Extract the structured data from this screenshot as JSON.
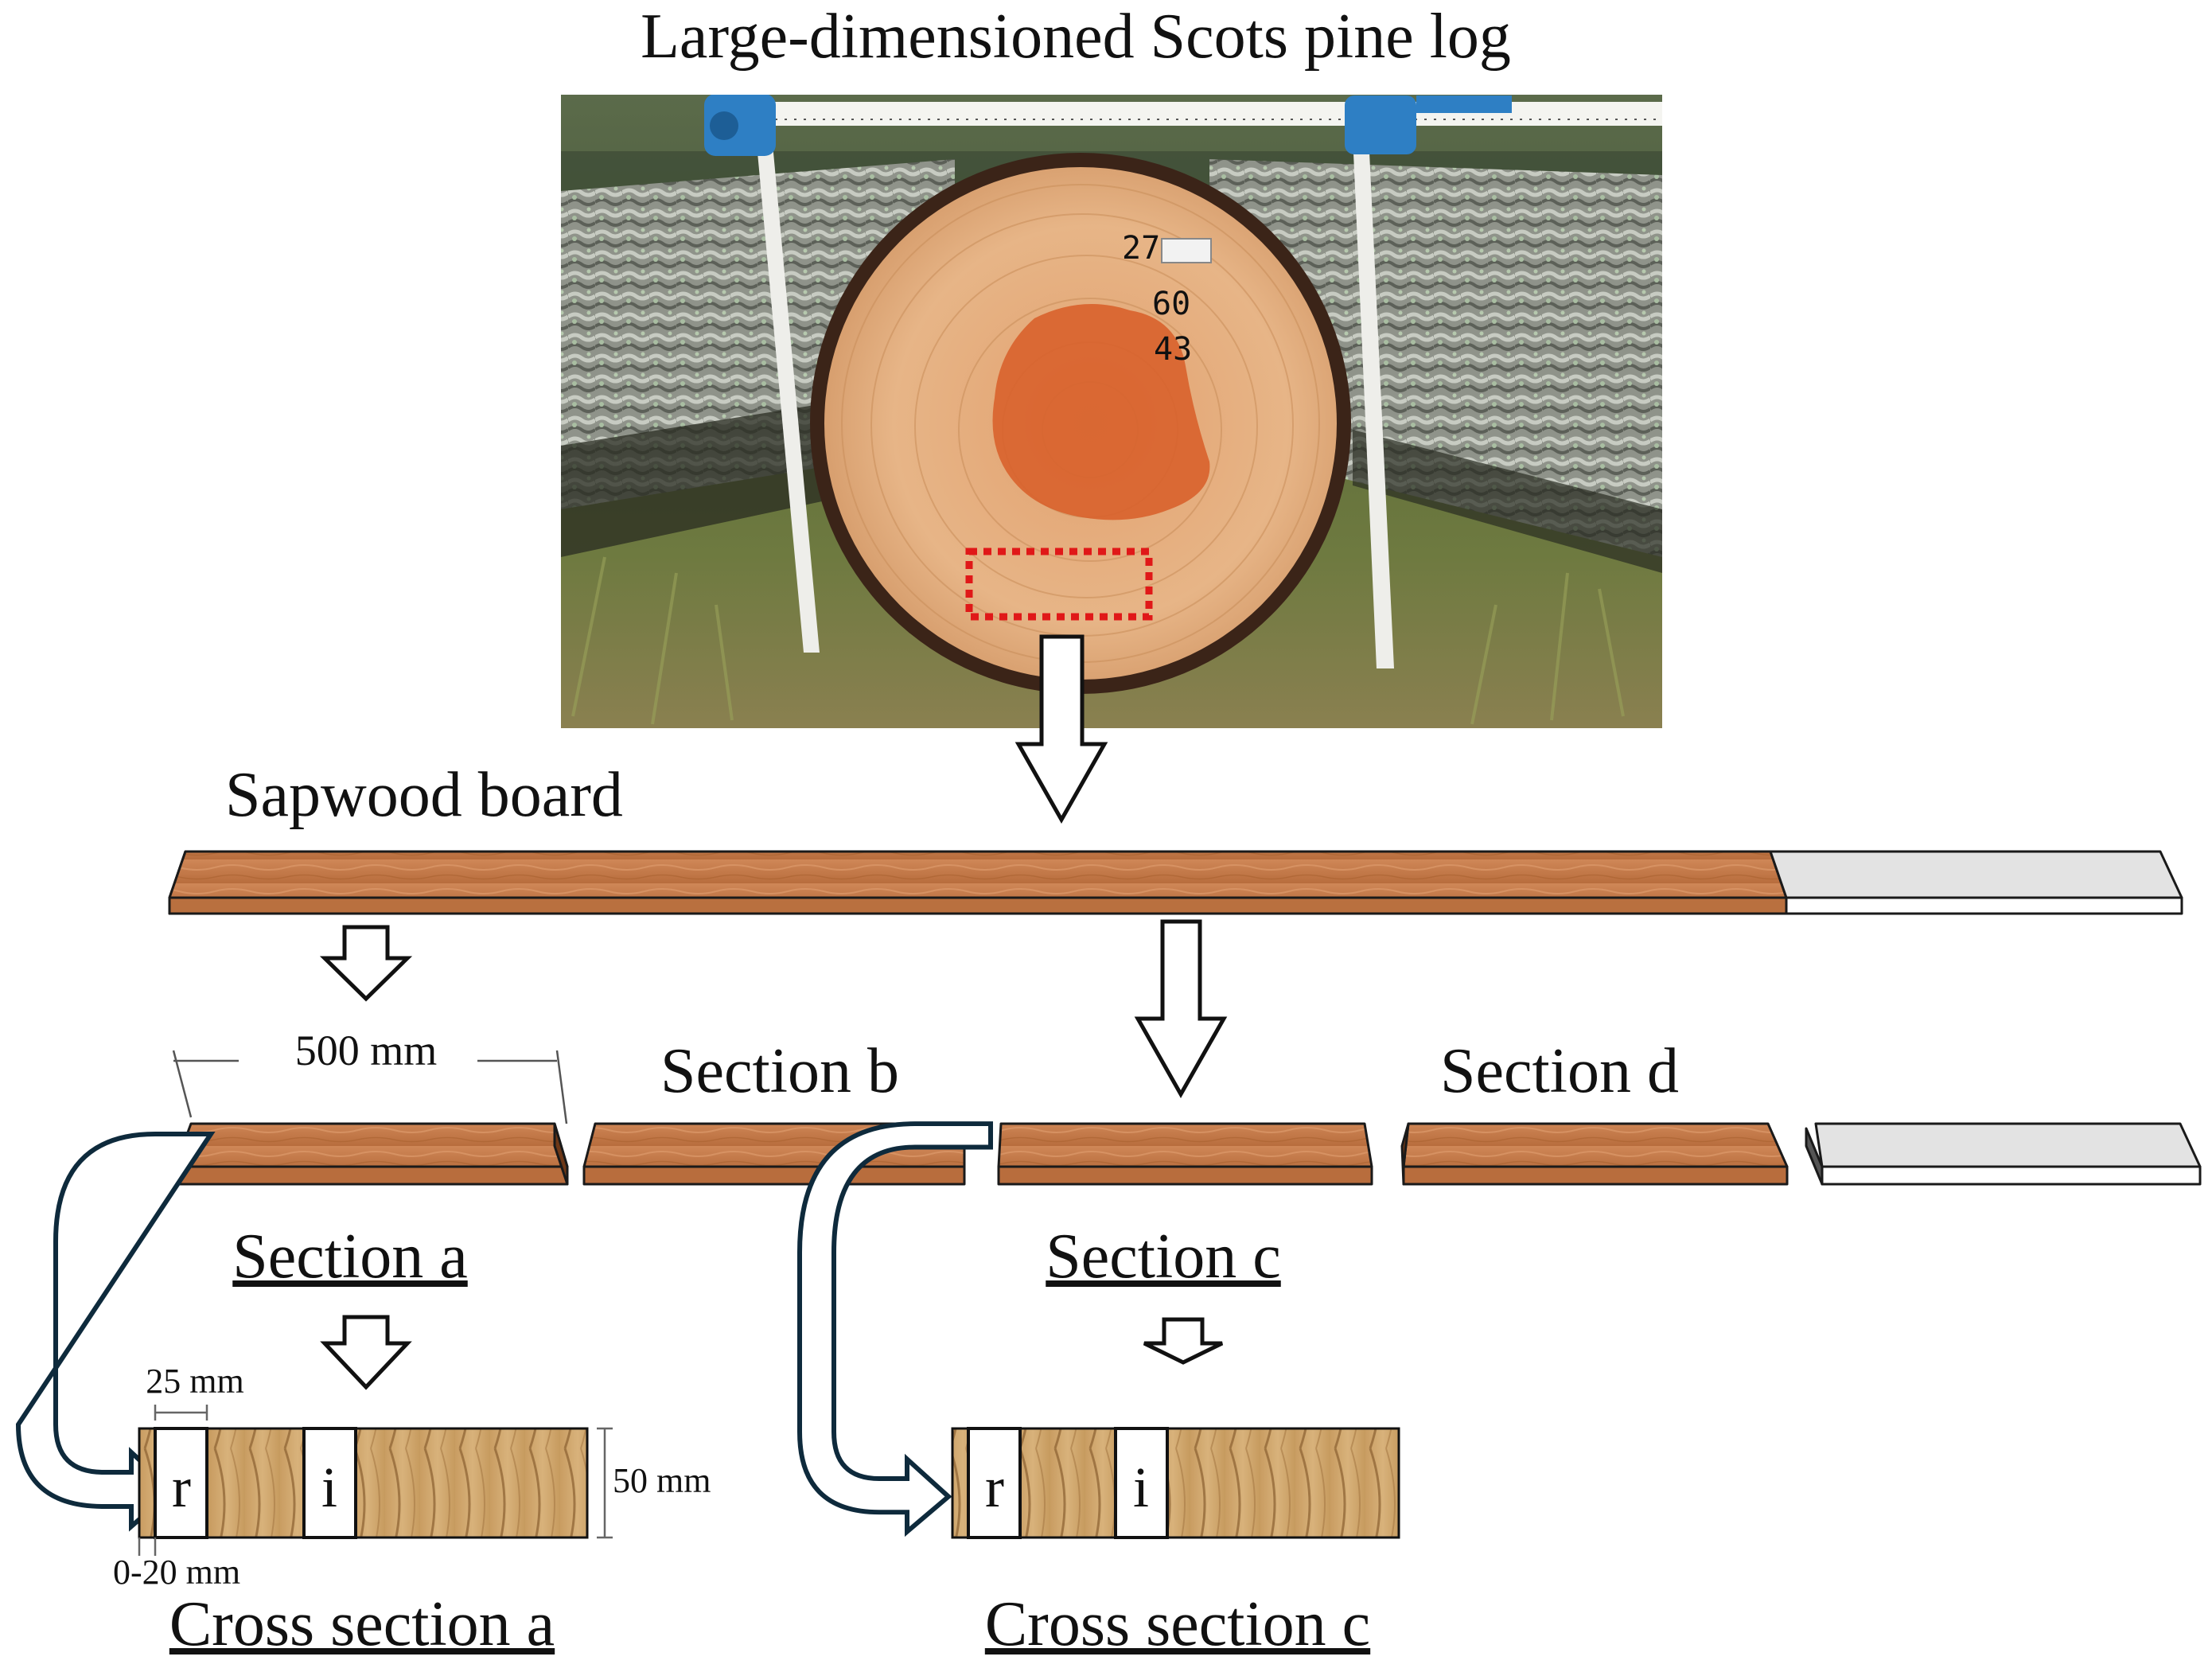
{
  "title": "Large-dimensioned Scots pine log",
  "board_label": "Sapwood board",
  "dimension_length": "500 mm",
  "sections": {
    "a": "Section a",
    "b": "Section b",
    "c": "Section c",
    "d": "Section d"
  },
  "cross_sections": {
    "a": {
      "label": "Cross section a",
      "dim_width": "25 mm",
      "dim_height": "50 mm",
      "dim_offset": "0-20 mm",
      "sample_r": "r",
      "sample_i": "i"
    },
    "c": {
      "label": "Cross section c",
      "sample_r": "r",
      "sample_i": "i"
    }
  },
  "log_markings": [
    "27",
    "60",
    "43"
  ],
  "colors": {
    "wood": "#c47a4a",
    "wood_dark": "#7a3f1c",
    "heartwood": "#d9652e",
    "gray_board": "#e4e4e4",
    "outline_arrow": "#0e2a3c",
    "highlight_box": "#e01818"
  }
}
